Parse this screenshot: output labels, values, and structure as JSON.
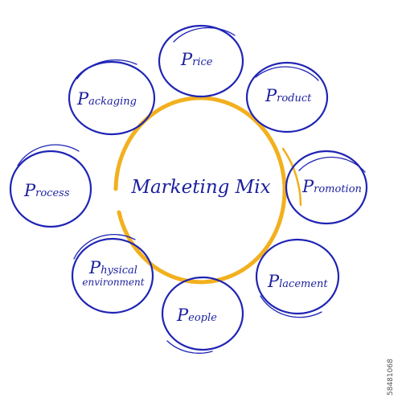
{
  "center": {
    "label": "Marketing Mix"
  },
  "nodes": [
    {
      "id": "price",
      "first": "P",
      "rest": "rice"
    },
    {
      "id": "product",
      "first": "P",
      "rest": "roduct"
    },
    {
      "id": "promotion",
      "first": "P",
      "rest": "romotion"
    },
    {
      "id": "placement",
      "first": "P",
      "rest": "lacement"
    },
    {
      "id": "people",
      "first": "P",
      "rest": "eople"
    },
    {
      "id": "physical",
      "first": "P",
      "rest": "hysical",
      "line2": "environment"
    },
    {
      "id": "process",
      "first": "P",
      "rest": "rocess"
    },
    {
      "id": "packaging",
      "first": "P",
      "rest": "ackaging"
    }
  ],
  "stock_id": "58481068",
  "colors": {
    "node_ring": "#1f24b4",
    "center_ring": "#f2b01e",
    "text": "#1b1f9e"
  }
}
